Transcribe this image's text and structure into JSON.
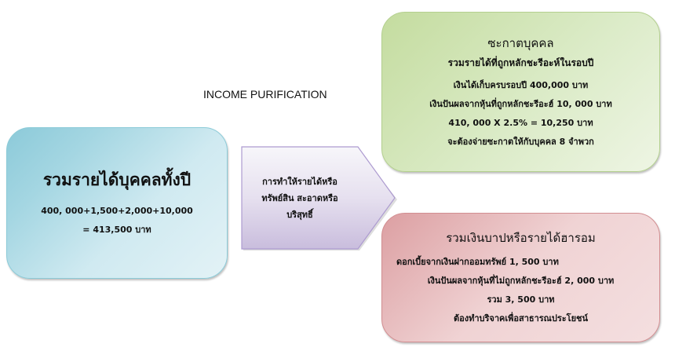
{
  "title": "INCOME PURIFICATION",
  "total_income_box": {
    "heading": "รวมรายได้บุคคลทั้งปี",
    "formula": "400, 000+1,500+2,000+10,000",
    "result": "= 413,500 บาท",
    "color": "#a4d6e2"
  },
  "process_arrow": {
    "lines": [
      "การทำให้รายได้หรือ",
      "ทรัพย์สิน สะอาดหรือ",
      "บริสุทธิ์"
    ],
    "color": "#d6cde6"
  },
  "zakat_box": {
    "heading": "ซะกาตบุคคล",
    "subheading": "รวมรายได้ที่ถูกหลักชะรีอะห์ในรอบปี",
    "lines": [
      "เงินได้เก็บครบรอบปี 400,000 บาท",
      "เงินปันผลจากหุ้นที่ถูกหลักชะรีอะฮ์  10, 000 บาท",
      "410, 000 X 2.5% = 10,250 บาท",
      "จะต้องจ่ายซะกาตให้กับบุคคล 8 จำพวก"
    ],
    "color": "#c4dc9f"
  },
  "haram_box": {
    "heading": "รวมเงินบาปหรือรายได้ฮารอม",
    "lines": [
      "ดอกเบี้ยจากเงินฝากออมทรัพย์ 1, 500 บาท",
      "เงินปันผลจากหุ้นที่ไม่ถูกหลักชะรีอะฮ์  2, 000 บาท",
      "รวม 3, 500 บาท",
      "ต้องทำบริจาคเพื่อสาธารณประโยชน์"
    ],
    "color": "#dc9fa2"
  }
}
